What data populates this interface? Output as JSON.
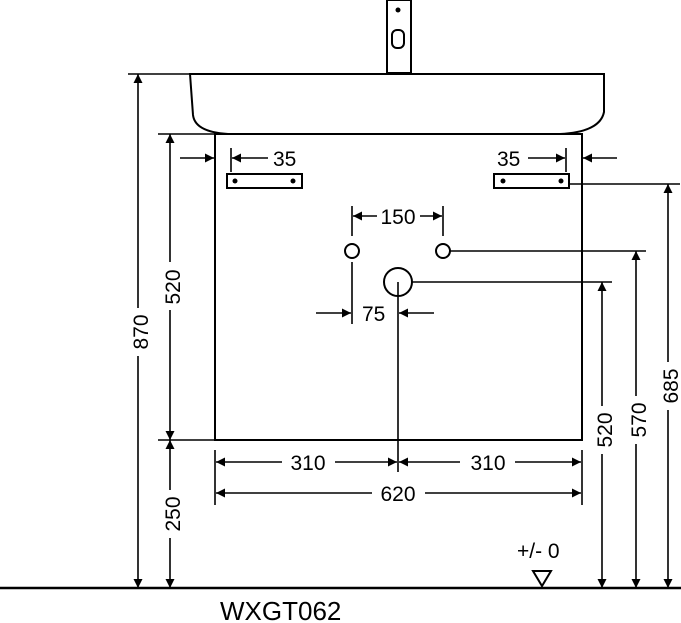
{
  "drawing": {
    "model_label": "WXGT062",
    "floor_label": "+/- 0",
    "dims": {
      "total_height": "870",
      "cabinet_height": "520",
      "floor_gap": "250",
      "bracket_left": "35",
      "bracket_right": "35",
      "pipe_spacing": "150",
      "drain_offset": "75",
      "half_width_left": "310",
      "half_width_right": "310",
      "total_width": "620",
      "drain_height": "520",
      "pipe_height": "570",
      "bracket_height": "685"
    }
  }
}
